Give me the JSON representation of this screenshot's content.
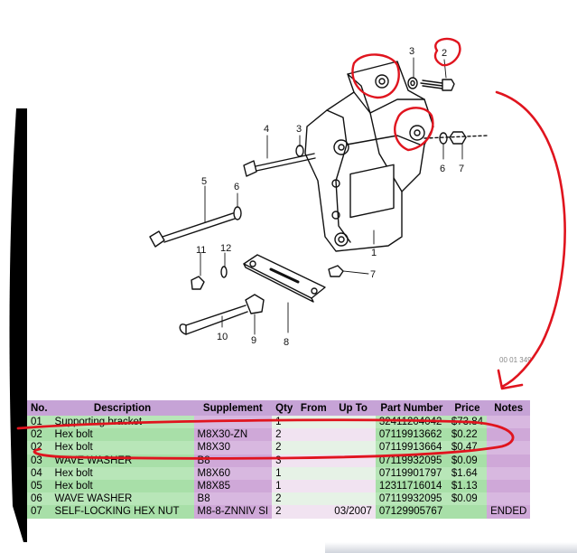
{
  "diagram": {
    "callouts": [
      "1",
      "2",
      "3",
      "3",
      "4",
      "5",
      "6",
      "6",
      "7",
      "7",
      "8",
      "9",
      "10",
      "11",
      "12"
    ],
    "image_code": "00 01 349"
  },
  "table": {
    "headers": [
      "No.",
      "Description",
      "Supplement",
      "Qty",
      "From",
      "Up To",
      "Part Number",
      "Price",
      "Notes"
    ],
    "rows": [
      {
        "no": "01",
        "description": "Supporting bracket",
        "supplement": "",
        "qty": "1",
        "from": "",
        "up_to": "",
        "part_number": "32411204042",
        "price": "$73.84",
        "notes": ""
      },
      {
        "no": "02",
        "description": "Hex bolt",
        "supplement": "M8X30-ZN",
        "qty": "2",
        "from": "",
        "up_to": "",
        "part_number": "07119913662",
        "price": "$0.22",
        "notes": ""
      },
      {
        "no": "02",
        "description": "Hex bolt",
        "supplement": "M8X30",
        "qty": "2",
        "from": "",
        "up_to": "",
        "part_number": "07119913664",
        "price": "$0.47",
        "notes": ""
      },
      {
        "no": "03",
        "description": "WAVE WASHER",
        "supplement": "B8",
        "qty": "3",
        "from": "",
        "up_to": "",
        "part_number": "07119932095",
        "price": "$0.09",
        "notes": ""
      },
      {
        "no": "04",
        "description": "Hex bolt",
        "supplement": "M8X60",
        "qty": "1",
        "from": "",
        "up_to": "",
        "part_number": "07119901797",
        "price": "$1.64",
        "notes": ""
      },
      {
        "no": "05",
        "description": "Hex bolt",
        "supplement": "M8X85",
        "qty": "1",
        "from": "",
        "up_to": "",
        "part_number": "12311716014",
        "price": "$1.13",
        "notes": ""
      },
      {
        "no": "06",
        "description": "WAVE WASHER",
        "supplement": "B8",
        "qty": "2",
        "from": "",
        "up_to": "",
        "part_number": "07119932095",
        "price": "$0.09",
        "notes": ""
      },
      {
        "no": "07",
        "description": "SELF-LOCKING HEX NUT",
        "supplement": "M8-8-ZNNIV SI",
        "qty": "2",
        "from": "",
        "up_to": "03/2007",
        "part_number": "07129905767",
        "price": "",
        "notes": "ENDED"
      }
    ]
  },
  "annotation_color": "#e0141e",
  "colors": {
    "header": "#c6a3d6",
    "green": "#b8e6b8",
    "purple": "#d8b8e0",
    "pale": "#e6f2e6"
  }
}
